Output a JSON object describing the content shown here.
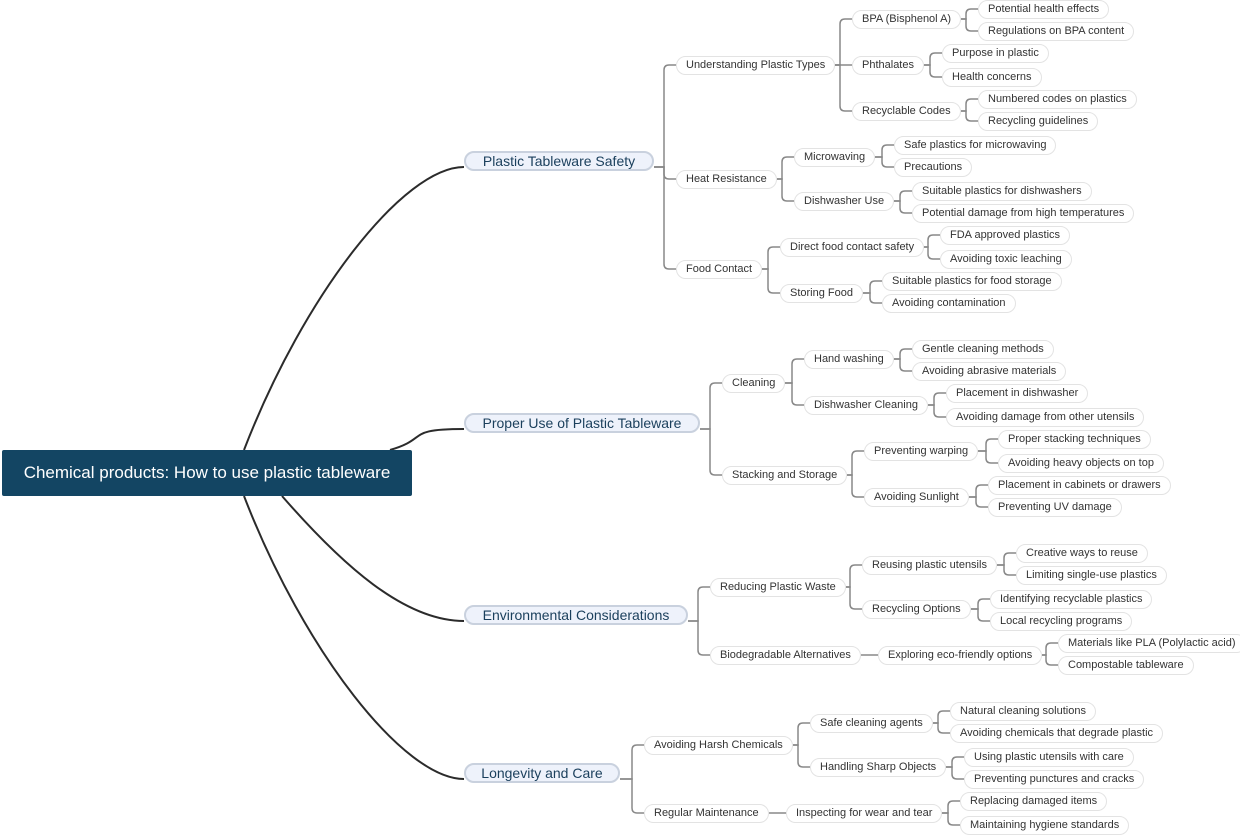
{
  "root": {
    "label": "Chemical products: How to use plastic tableware"
  },
  "colors": {
    "root_bg": "#134563",
    "branch_fill": "#eef2fb",
    "branch_border": "#c9d1de",
    "branch_text": "#1a3f5c",
    "main_line": "#2b2b2b",
    "sub_line": "#888888"
  },
  "branches": [
    {
      "label": "Plastic Tableware Safety",
      "children": [
        {
          "label": "Understanding Plastic Types",
          "children": [
            {
              "label": "BPA (Bisphenol A)",
              "children": [
                {
                  "label": "Potential health effects"
                },
                {
                  "label": "Regulations on BPA content"
                }
              ]
            },
            {
              "label": "Phthalates",
              "children": [
                {
                  "label": "Purpose in plastic"
                },
                {
                  "label": "Health concerns"
                }
              ]
            },
            {
              "label": "Recyclable Codes",
              "children": [
                {
                  "label": "Numbered codes on plastics"
                },
                {
                  "label": "Recycling guidelines"
                }
              ]
            }
          ]
        },
        {
          "label": "Heat Resistance",
          "children": [
            {
              "label": "Microwaving",
              "children": [
                {
                  "label": "Safe plastics for microwaving"
                },
                {
                  "label": "Precautions"
                }
              ]
            },
            {
              "label": "Dishwasher Use",
              "children": [
                {
                  "label": "Suitable plastics for dishwashers"
                },
                {
                  "label": "Potential damage from high temperatures"
                }
              ]
            }
          ]
        },
        {
          "label": "Food Contact",
          "children": [
            {
              "label": "Direct food contact safety",
              "children": [
                {
                  "label": "FDA approved plastics"
                },
                {
                  "label": "Avoiding toxic leaching"
                }
              ]
            },
            {
              "label": "Storing Food",
              "children": [
                {
                  "label": "Suitable plastics for food storage"
                },
                {
                  "label": "Avoiding contamination"
                }
              ]
            }
          ]
        }
      ]
    },
    {
      "label": "Proper Use of Plastic Tableware",
      "children": [
        {
          "label": "Cleaning",
          "children": [
            {
              "label": "Hand washing",
              "children": [
                {
                  "label": "Gentle cleaning methods"
                },
                {
                  "label": "Avoiding abrasive materials"
                }
              ]
            },
            {
              "label": "Dishwasher Cleaning",
              "children": [
                {
                  "label": "Placement in dishwasher"
                },
                {
                  "label": "Avoiding damage from other utensils"
                }
              ]
            }
          ]
        },
        {
          "label": "Stacking and Storage",
          "children": [
            {
              "label": "Preventing warping",
              "children": [
                {
                  "label": "Proper stacking techniques"
                },
                {
                  "label": "Avoiding heavy objects on top"
                }
              ]
            },
            {
              "label": "Avoiding Sunlight",
              "children": [
                {
                  "label": "Placement in cabinets or drawers"
                },
                {
                  "label": "Preventing UV damage"
                }
              ]
            }
          ]
        }
      ]
    },
    {
      "label": "Environmental Considerations",
      "children": [
        {
          "label": "Reducing Plastic Waste",
          "children": [
            {
              "label": "Reusing plastic utensils",
              "children": [
                {
                  "label": "Creative ways to reuse"
                },
                {
                  "label": "Limiting single-use plastics"
                }
              ]
            },
            {
              "label": "Recycling Options",
              "children": [
                {
                  "label": "Identifying recyclable plastics"
                },
                {
                  "label": "Local recycling programs"
                }
              ]
            }
          ]
        },
        {
          "label": "Biodegradable Alternatives",
          "children": [
            {
              "label": "Exploring eco-friendly options",
              "children": [
                {
                  "label": "Materials like PLA (Polylactic acid)"
                },
                {
                  "label": "Compostable tableware"
                }
              ]
            }
          ]
        }
      ]
    },
    {
      "label": "Longevity and Care",
      "children": [
        {
          "label": "Avoiding Harsh Chemicals",
          "children": [
            {
              "label": "Safe cleaning agents",
              "children": [
                {
                  "label": "Natural cleaning solutions"
                },
                {
                  "label": "Avoiding chemicals that degrade plastic"
                }
              ]
            },
            {
              "label": "Handling Sharp Objects",
              "children": [
                {
                  "label": "Using plastic utensils with care"
                },
                {
                  "label": "Preventing punctures and cracks"
                }
              ]
            }
          ]
        },
        {
          "label": "Regular Maintenance",
          "children": [
            {
              "label": "Inspecting for wear and tear",
              "children": [
                {
                  "label": "Replacing damaged items"
                },
                {
                  "label": "Maintaining hygiene standards"
                }
              ]
            }
          ]
        }
      ]
    }
  ]
}
